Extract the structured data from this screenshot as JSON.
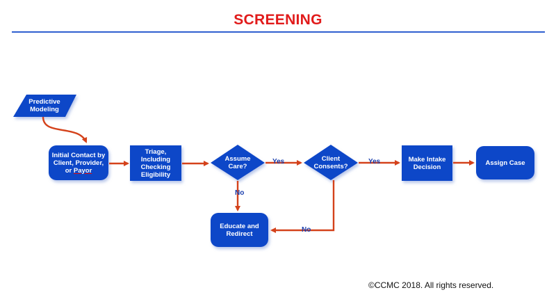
{
  "header": {
    "title": "SCREENING"
  },
  "nodes": {
    "predictive": "Predictive\nModeling",
    "initial_contact_line1": "Initial Contact by\nClient, Provider,\nor ",
    "initial_contact_payor": "Payor",
    "triage": "Triage,\nIncluding\nChecking\nEligibility",
    "assume_care": "Assume\nCare?",
    "client_consents": "Client\nConsents?",
    "make_intake": "Make Intake\nDecision",
    "assign_case": "Assign Case",
    "educate": "Educate and\nRedirect"
  },
  "edges": {
    "yes1": "Yes",
    "yes2": "Yes",
    "no1": "No",
    "no2": "No"
  },
  "footer": {
    "copyright": "©CCMC 2018. All rights reserved."
  },
  "colors": {
    "node_fill": "#0a46c8",
    "arrow": "#d4421b",
    "title": "#e11b1b"
  }
}
